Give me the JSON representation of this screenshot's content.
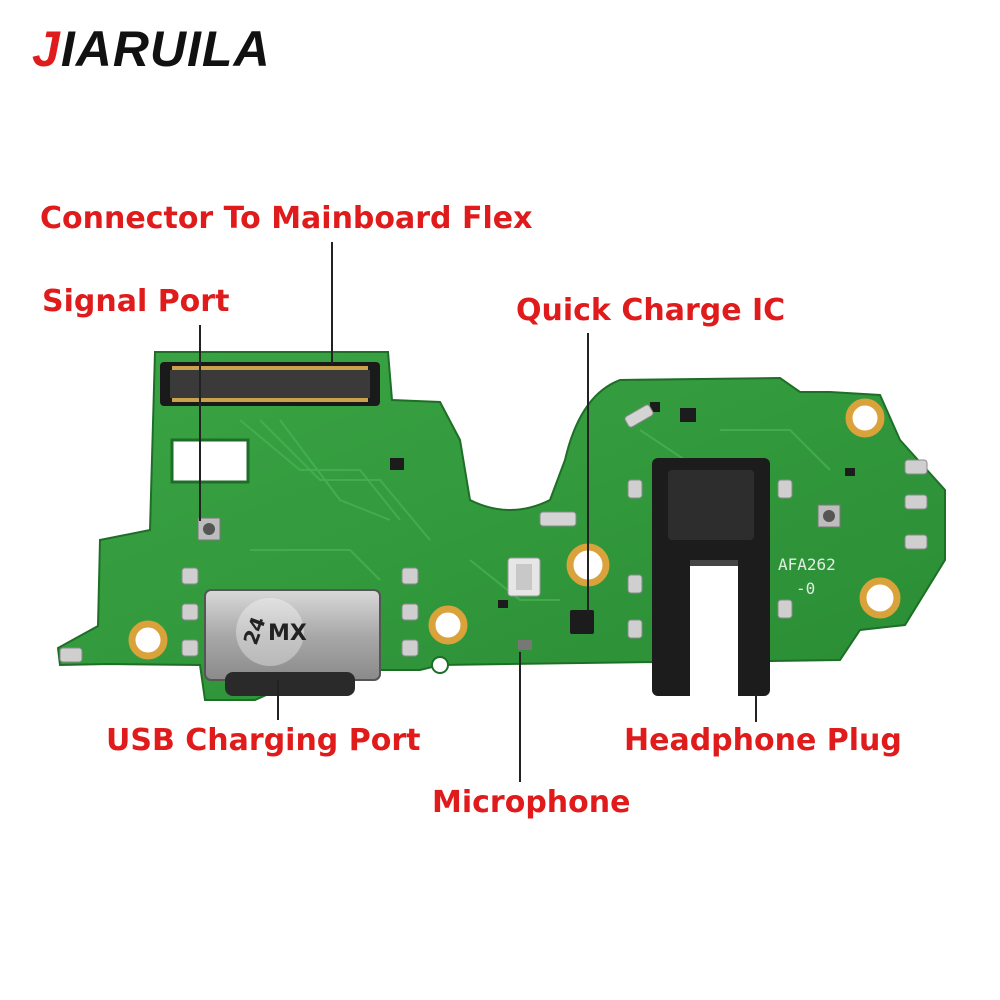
{
  "brand": {
    "first_letter": "J",
    "rest": "IARUILA"
  },
  "labels": {
    "connector": "Connector To Mainboard Flex",
    "signal_port": "Signal Port",
    "quick_charge": "Quick Charge IC",
    "usb_port": "USB Charging Port",
    "headphone": "Headphone Plug",
    "microphone": "Microphone"
  },
  "board_print": {
    "part_code": "AFA262",
    "part_suffix": "-0",
    "usb_mark_1": "24",
    "usb_mark_2": "MX"
  },
  "colors": {
    "label_red": "#e01b1b",
    "pcb_green": "#2f9a3a",
    "pad_gold": "#d9a23a"
  }
}
